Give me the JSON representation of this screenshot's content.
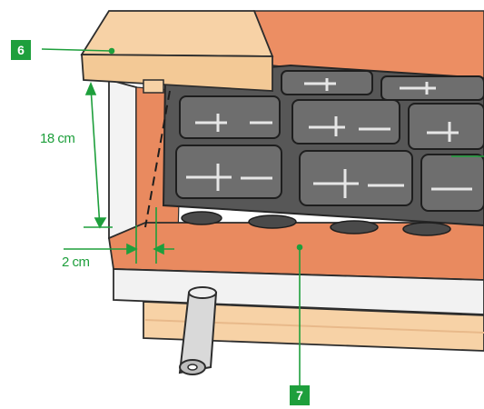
{
  "callouts": [
    {
      "id": "6",
      "label": "6"
    },
    {
      "id": "7",
      "label": "7"
    }
  ],
  "dimensions": {
    "height": "18 cm",
    "gap": "2 cm"
  },
  "colors": {
    "accent": "#1e9f3c",
    "floor": "#e98a5f",
    "wood": "#f7d2a6",
    "side_panel": "#f1f1f1",
    "tray": "#4b4b4b",
    "outline": "#2d2d2d"
  },
  "icons": [
    "crank-handle-icon"
  ]
}
